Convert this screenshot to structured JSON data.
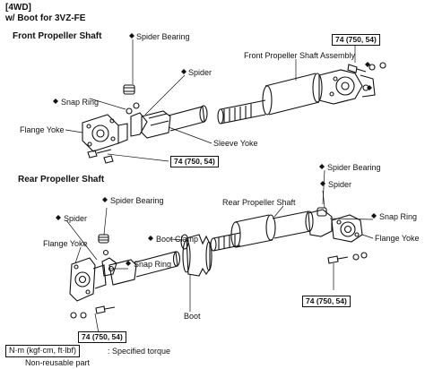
{
  "header": {
    "line1": "[4WD]",
    "line2": "w/ Boot for 3VZ-FE"
  },
  "front": {
    "title": "Front Propeller Shaft",
    "labels": {
      "spider_bearing": "Spider Bearing",
      "spider": "Spider",
      "snap_ring": "Snap Ring",
      "flange_yoke": "Flange Yoke",
      "sleeve_yoke": "Sleeve Yoke",
      "assembly": "Front Propeller Shaft Assembly"
    },
    "torque_right": "74 (750, 54)",
    "torque_left": "74 (750, 54)"
  },
  "rear": {
    "title": "Rear Propeller Shaft",
    "labels": {
      "spider_bearing_left": "Spider Bearing",
      "spider_left": "Spider",
      "flange_yoke_left": "Flange Yoke",
      "snap_ring_left": "Snap Ring",
      "boot_clamp": "Boot Clamp",
      "boot": "Boot",
      "rear_shaft": "Rear Propeller Shaft",
      "spider_right": "Spider",
      "spider_bearing_right": "Spider Bearing",
      "snap_ring_right": "Snap Ring",
      "flange_yoke_right": "Flange Yoke"
    },
    "torque_left": "74 (750, 54)",
    "torque_right": "74 (750, 54)"
  },
  "legend": {
    "torque_unit": "N·m (kgf·cm, ft·lbf)",
    "torque_desc": ": Specified torque",
    "nonreusable": "Non-reusable part"
  }
}
